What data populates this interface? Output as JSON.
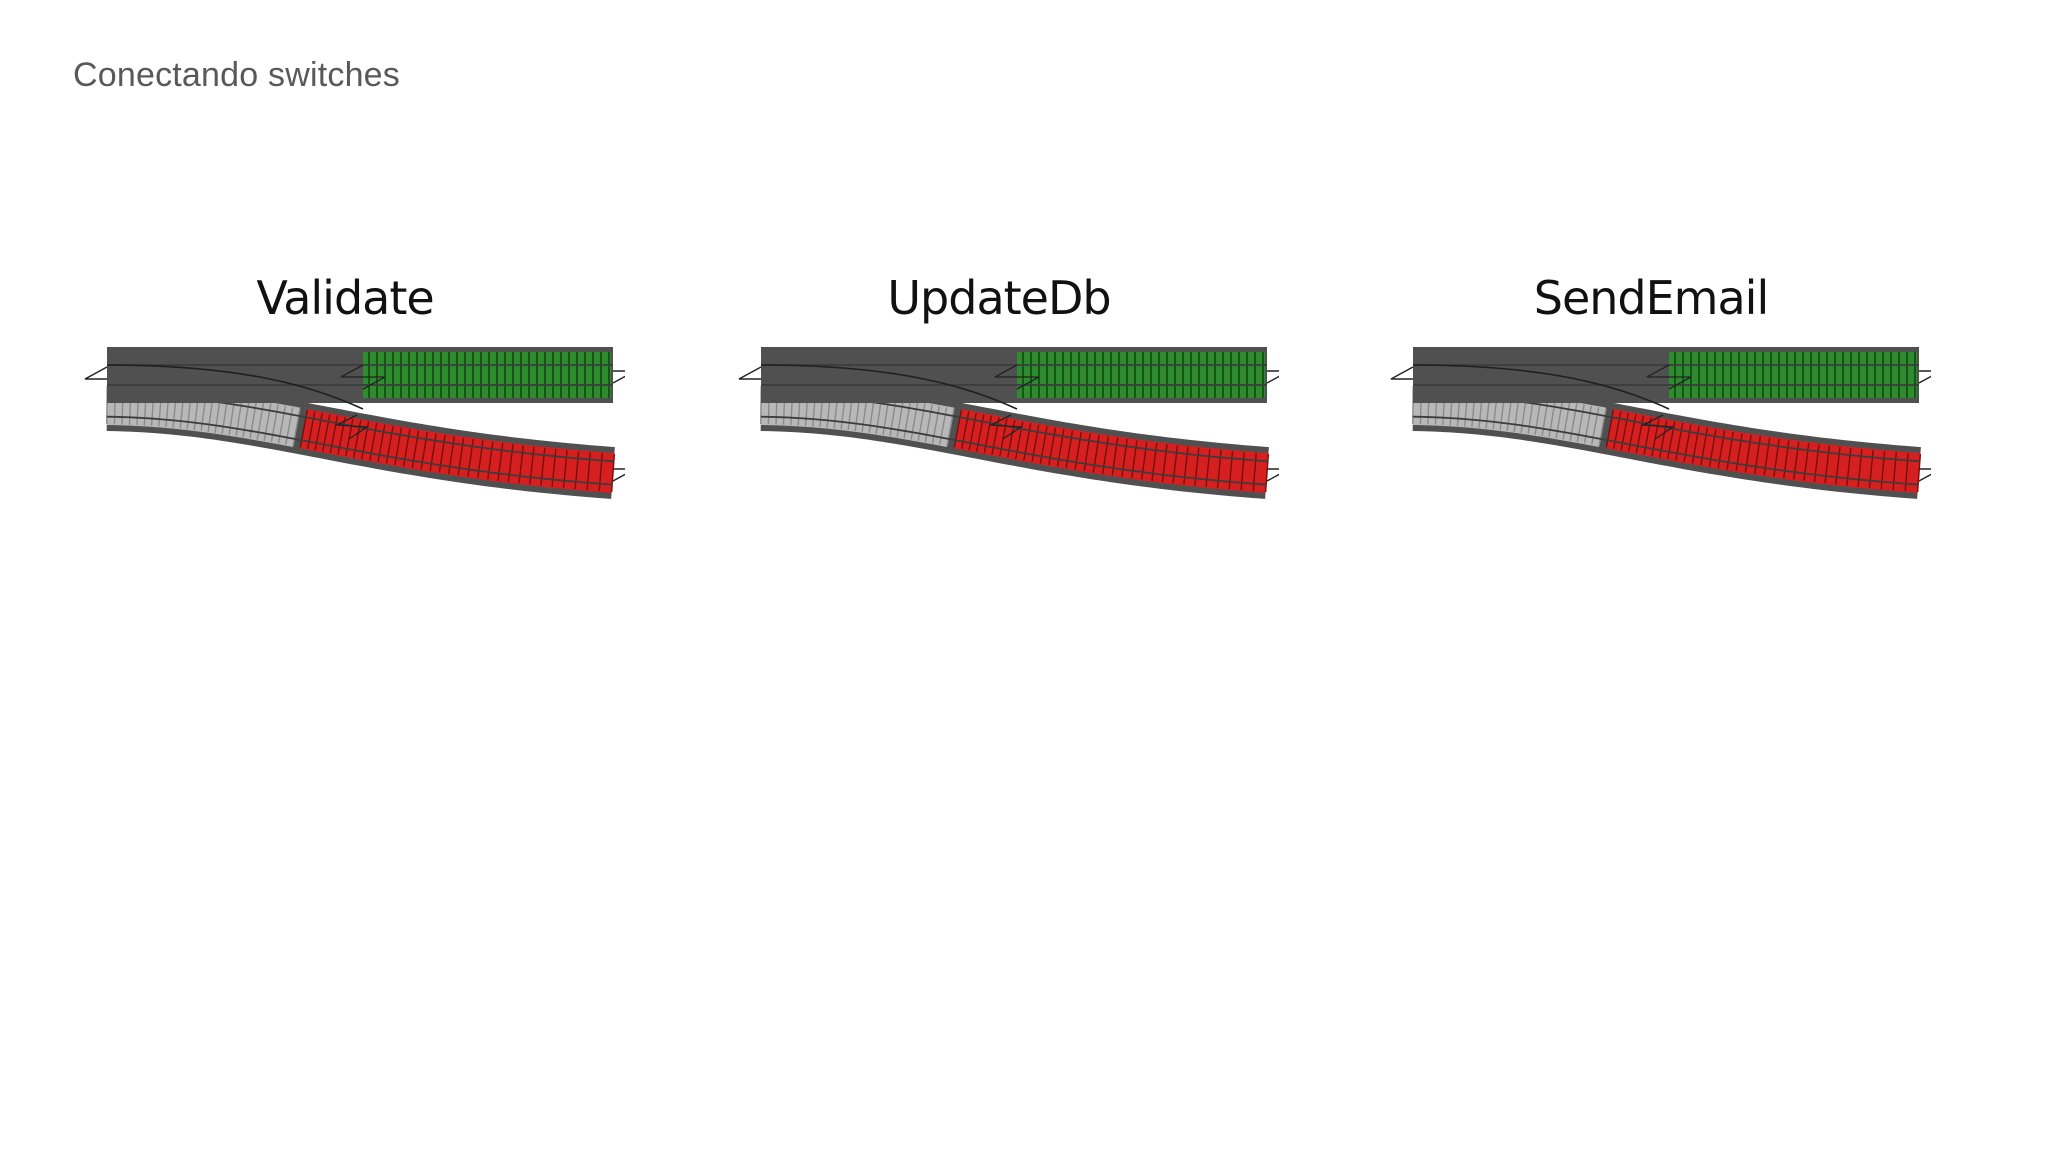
{
  "slide": {
    "title": "Conectando switches"
  },
  "switches": [
    {
      "label": "Validate"
    },
    {
      "label": "UpdateDb"
    },
    {
      "label": "SendEmail"
    }
  ],
  "colors": {
    "success_track": "#2e8b2e",
    "failure_track": "#d62020",
    "input_track": "#b8b8b8",
    "rail": "#3c3c3c",
    "frame": "#505050"
  }
}
